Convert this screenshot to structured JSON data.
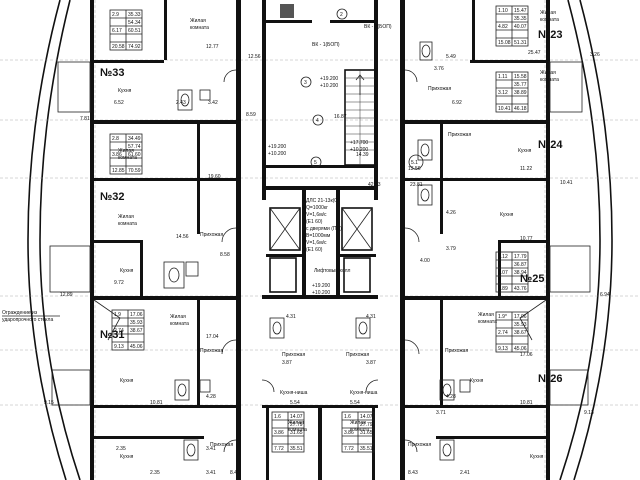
{
  "apartments": [
    {
      "id": "no23",
      "label": "№23",
      "table": [
        "1.10",
        "15.47",
        "",
        "35.35",
        "4.82",
        "40.07",
        "",
        "",
        "15.08",
        "51.31"
      ]
    },
    {
      "id": "no24",
      "label": "№24",
      "table": [
        "1.11",
        "15.58",
        "",
        "35.77",
        "3.12",
        "38.89",
        "",
        "",
        "10.41",
        "46.18"
      ]
    },
    {
      "id": "no25",
      "label": "№25",
      "table": [
        "1.12",
        "17.79",
        "",
        "36.87",
        "2.07",
        "38.94",
        "",
        "",
        "6.89",
        "43.76"
      ]
    },
    {
      "id": "no26",
      "label": "№26",
      "table": [
        "1.9*",
        "17.06",
        "",
        "35.93",
        "2.74",
        "38.67",
        "",
        "",
        "9.13",
        "45.06"
      ]
    },
    {
      "id": "no31",
      "label": "№31",
      "table": [
        "1.9",
        "17.06",
        "",
        "35.93",
        "2.74",
        "38.67",
        "",
        "",
        "9.13",
        "45.06"
      ]
    },
    {
      "id": "no32",
      "label": "№32",
      "table": [
        "2.8",
        "34.49",
        "",
        "57.74",
        "3.86",
        "61.60",
        "",
        "",
        "12.85",
        "70.59"
      ]
    },
    {
      "id": "no33",
      "label": "№33",
      "table": [
        "2.9",
        "35.33",
        "",
        "54.34",
        "6.17",
        "60.51",
        "",
        "",
        "20.58",
        "74.92"
      ]
    },
    {
      "id": "bot_left",
      "table": [
        "1.6",
        "14.07",
        "",
        "27.79",
        "3.86",
        "31.65",
        "",
        "",
        "7.72",
        "35.51"
      ]
    },
    {
      "id": "bot_right",
      "table": [
        "1.6",
        "14.07",
        "",
        "27.79",
        "3.86",
        "31.65",
        "",
        "",
        "7.72",
        "35.51"
      ]
    }
  ],
  "room_labels": {
    "living_room_1": "Жилая",
    "living_room_2": "комната",
    "kitchen": "Кухня",
    "kitchen_living": "Кухня-ниша",
    "hallway": "Прихожая",
    "elevator_hall": "Лифтовый холл"
  },
  "core": {
    "label_2": "2",
    "label_3": "3",
    "label_4": "4",
    "label_5": "5",
    "label_51": "5.1",
    "vk_left": "ВК - 1(БОП)",
    "vk_right": "ВК - 1(БОП)",
    "mark_a": "+19.200",
    "mark_b": "+10.200",
    "mark_c": "+17.700",
    "mark_d": "+10.200",
    "mark_e": "+19.200",
    "mark_f": "+10.200",
    "mark_g": "+19.200",
    "mark_h": "+10.200",
    "dims_a": "16.87",
    "dims_b": "42.43",
    "dims_c": "23.81",
    "dims_d": "14.39",
    "elevator_spec": [
      "ДЛС 21-13к(0)",
      "Q=1000кг",
      "V=1,6м/с",
      "(Е1 60)",
      "с дверями (ПП)",
      "В=1000мм",
      "V=1,6м/с",
      "(Е1 60)"
    ]
  },
  "notes": {
    "fence_1": "Ограждение из",
    "fence_2": "ударопрочного стекла"
  },
  "dimensions": [
    "12.77",
    "12.56",
    "6.52",
    "2.43",
    "3.42",
    "8.59",
    "19.60",
    "14.56",
    "8.58",
    "9.72",
    "12.89",
    "4.31",
    "4.31",
    "3.87",
    "3.87",
    "5.54",
    "5.54",
    "10.81",
    "4.28",
    "2.35",
    "3.41",
    "2.35",
    "3.41",
    "8.43",
    "17.04",
    "9.15",
    "13.56",
    "11.22",
    "4.26",
    "3.79",
    "10.77",
    "4.00",
    "17.79",
    "17.06",
    "10.81",
    "4.28",
    "25.47",
    "5.49",
    "3.76",
    "6.92",
    "10.41",
    "7.81",
    "9.13",
    "6.94",
    "3.26",
    "8.43",
    "2.41",
    "3.71"
  ]
}
